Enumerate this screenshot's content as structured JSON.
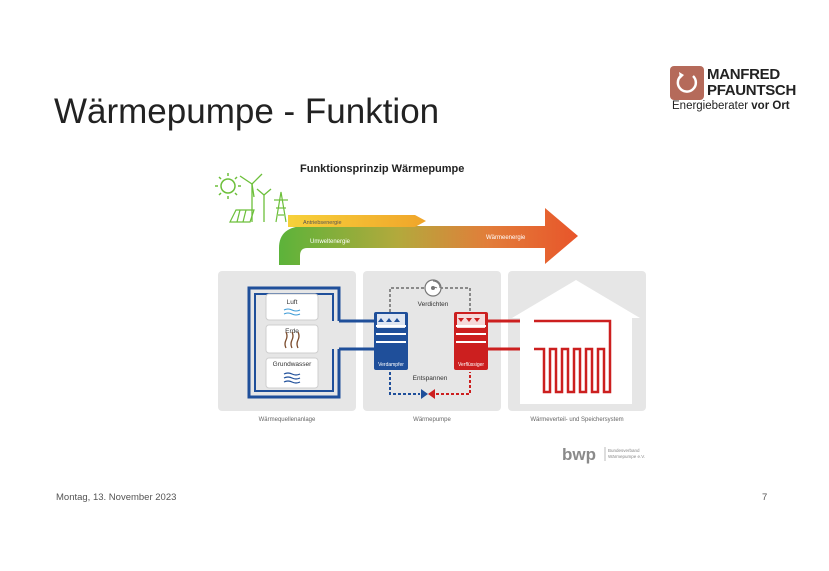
{
  "slide": {
    "title": "Wärmepumpe - Funktion",
    "date": "Montag, 13. November 2023",
    "page_number": "7"
  },
  "logo": {
    "name_line1": "MANFRED",
    "name_line2": "PFAUNTSCH",
    "tagline_prefix": "Energieberater",
    "tagline_emphasis": "vor Ort",
    "color": "#b56a5a"
  },
  "diagram": {
    "title": "Funktionsprinzip Wärmepumpe",
    "arrow_labels": {
      "drive": "Antriebsenergie",
      "environment": "Umweltenergie",
      "heat": "Wärmeenergie"
    },
    "sources": [
      "Luft",
      "Erde",
      "Grundwasser"
    ],
    "components": {
      "compress": "Verdichten",
      "expand": "Entspannen",
      "evaporator": "Verdampfer",
      "condenser": "Verflüssiger"
    },
    "panel_captions": {
      "source": "Wärmequellenanlage",
      "pump": "Wärmepumpe",
      "distribution": "Wärmeverteil- und Speichersystem"
    },
    "credit": {
      "brand": "bwp",
      "line1": "Bundesverband",
      "line2": "Wärmepumpe e.V."
    },
    "colors": {
      "cold": "#1f4f9a",
      "hot": "#cc1f1f",
      "green": "#5cb33a",
      "yellow": "#f0c22a",
      "orange": "#e8552a",
      "panel": "#e6e6e6"
    },
    "icons": [
      "sun-icon",
      "wind-turbine-icon",
      "power-pylon-icon",
      "fan-icon",
      "expansion-valve-icon"
    ]
  }
}
